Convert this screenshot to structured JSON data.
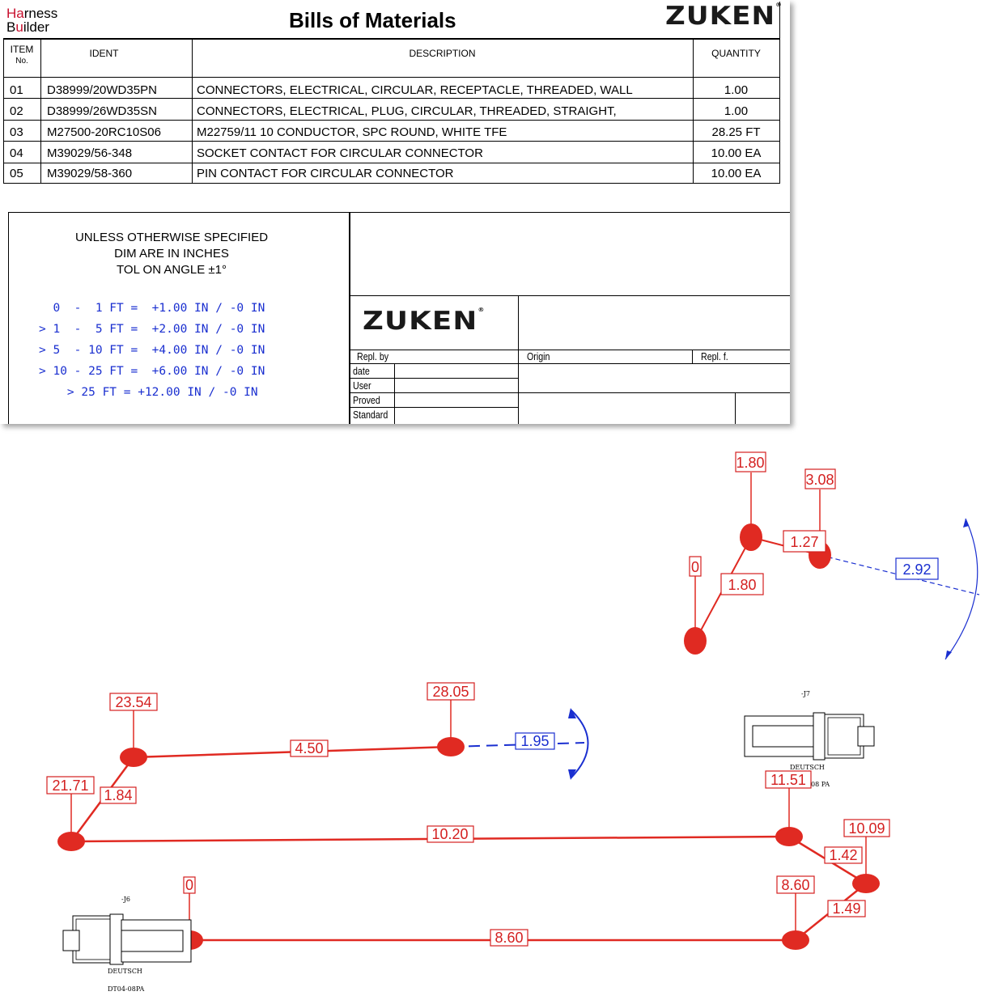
{
  "bom": {
    "logo_line1_red": "Ha",
    "logo_line1_rest": "rness",
    "logo_line2_a": "B",
    "logo_line2_red": "u",
    "logo_line2_rest": "ilder",
    "title": "Bills of Materials",
    "brand": "ZUKEN",
    "columns": {
      "item": "ITEM",
      "no": "No.",
      "ident": "IDENT",
      "description": "DESCRIPTION",
      "quantity": "QUANTITY"
    },
    "rows": [
      {
        "item": "01",
        "ident": "D38999/20WD35PN",
        "description": "CONNECTORS, ELECTRICAL, CIRCULAR, RECEPTACLE, THREADED, WALL",
        "quantity": "1.00"
      },
      {
        "item": "02",
        "ident": "D38999/26WD35SN",
        "description": "CONNECTORS, ELECTRICAL, PLUG, CIRCULAR, THREADED, STRAIGHT,",
        "quantity": "1.00"
      },
      {
        "item": "03",
        "ident": "M27500-20RC10S06",
        "description": "M22759/11 10 CONDUCTOR, SPC ROUND, WHITE TFE",
        "quantity": "28.25 FT"
      },
      {
        "item": "04",
        "ident": "M39029/56-348",
        "description": "SOCKET CONTACT FOR CIRCULAR CONNECTOR",
        "quantity": "10.00 EA"
      },
      {
        "item": "05",
        "ident": "M39029/58-360",
        "description": "PIN CONTACT FOR CIRCULAR CONNECTOR",
        "quantity": "10.00 EA"
      }
    ]
  },
  "tolerance": {
    "header": [
      "UNLESS OTHERWISE SPECIFIED",
      "DIM ARE IN INCHES",
      "TOL ON ANGLE ±1°"
    ],
    "rows": [
      "  0  -  1 FT =  +1.00 IN / -0 IN",
      "> 1  -  5 FT =  +2.00 IN / -0 IN",
      "> 5  - 10 FT =  +4.00 IN / -0 IN",
      "> 10 - 25 FT =  +6.00 IN / -0 IN",
      "    > 25 FT = +12.00 IN / -0 IN"
    ]
  },
  "title_block": {
    "brand": "ZUKEN",
    "repl_by": "Repl. by",
    "origin": "Origin",
    "repl_f": "Repl. f.",
    "date": "date",
    "user": "User",
    "proved": "Proved",
    "standard": "Standard"
  },
  "harness": {
    "colors": {
      "wire": "#e02a22",
      "dim_blue": "#1a2fd0"
    },
    "upper_dims": {
      "a": "1.80",
      "b": "3.08",
      "c": "0",
      "d": "1.27",
      "e": "1.80",
      "f": "2.92"
    },
    "main_dims": {
      "n1": "23.54",
      "n2": "28.05",
      "n3": "21.71",
      "n4": "11.51",
      "n5": "10.09",
      "n6": "8.60",
      "n7": "0",
      "s1": "4.50",
      "s2": "1.84",
      "s3": "10.20",
      "s4": "1.42",
      "s5": "1.49",
      "s6": "8.60",
      "angle": "1.95"
    },
    "connector_j7": {
      "ref": "-J7",
      "maker": "DEUTSCH",
      "part_tail": "08 PA"
    },
    "connector_j6": {
      "ref": "-J6",
      "maker": "DEUTSCH",
      "part": "DT04-08PA"
    }
  }
}
